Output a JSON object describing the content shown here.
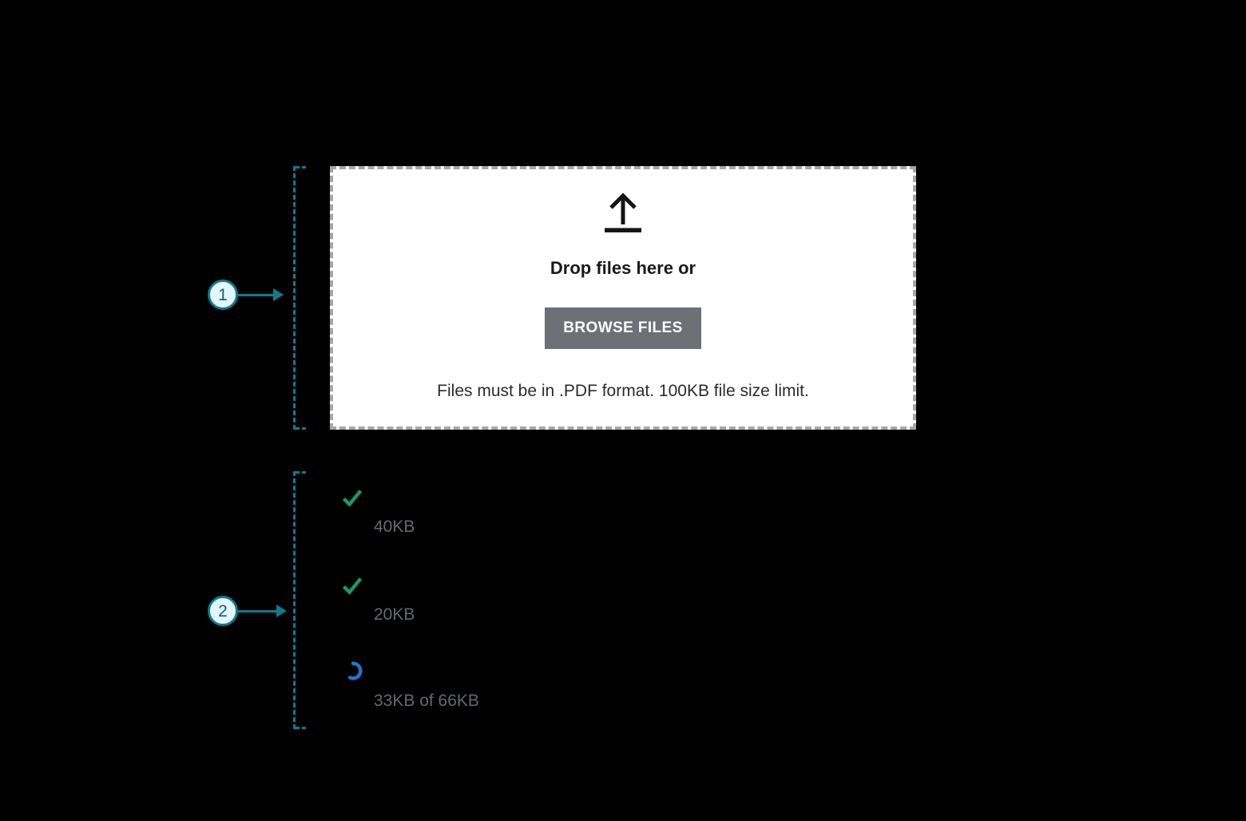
{
  "page": {
    "background_color": "#000000"
  },
  "annotations": {
    "accent_color": "#0C7C8E",
    "badge_fill_color": "#E3F6FA",
    "badge_text_color": "#0B6577",
    "callouts": [
      {
        "number": "1"
      },
      {
        "number": "2"
      }
    ]
  },
  "dropzone": {
    "icon": "upload-icon",
    "heading": "Drop files here or",
    "browse_button_label": "BROWSE FILES",
    "note": "Files must be in .PDF format. 100KB file size limit.",
    "button_color": "#6D7176",
    "border_color": "#A6A6A6"
  },
  "file_list": {
    "success_color": "#159B6D",
    "progress_color": "#1B79D7",
    "label_color": "#65696F",
    "items": [
      {
        "status": "success",
        "icon": "check-icon",
        "size_label": "40KB"
      },
      {
        "status": "success",
        "icon": "check-icon",
        "size_label": "20KB"
      },
      {
        "status": "uploading",
        "icon": "spinner-icon",
        "size_label": "33KB of 66KB"
      }
    ]
  }
}
